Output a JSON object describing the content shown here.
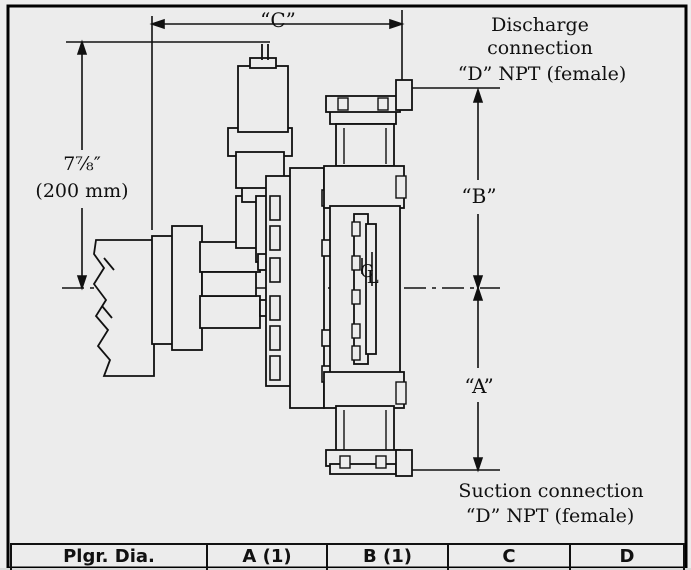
{
  "labels": {
    "c_dim": "“C”",
    "discharge_line1": "Discharge",
    "discharge_line2": "connection",
    "discharge_line3": "“D” NPT (female)",
    "height_frac": "7⅞″",
    "height_mm": "(200 mm)",
    "b_dim": "“B”",
    "centerline": "CL",
    "a_dim": "“A”",
    "suction_line1": "Suction connection",
    "suction_line2": "“D” NPT (female)"
  },
  "table": {
    "headers": [
      "Plgr. Dia.",
      "A (1)",
      "B (1)",
      "C",
      "D"
    ]
  },
  "colors": {
    "line": "#111111",
    "paper": "#ececec",
    "frame": "#000000"
  }
}
